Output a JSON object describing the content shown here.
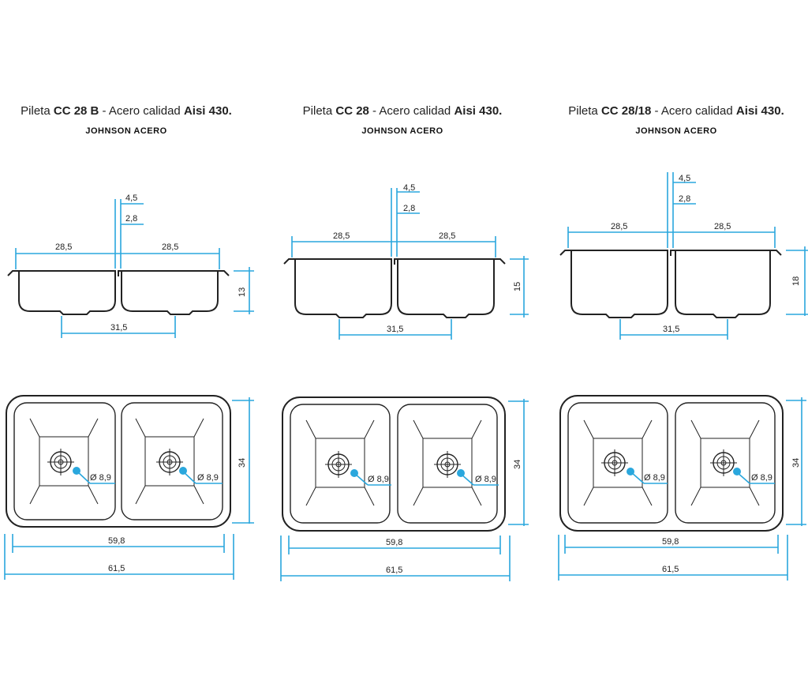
{
  "colors": {
    "outline": "#222222",
    "dimension": "#2aa7dd"
  },
  "panels": [
    {
      "title_pre": "Pileta ",
      "model": "CC 28 B",
      "title_mid": " - Acero calidad ",
      "grade": "Aisi 430.",
      "brand": "JOHNSON ACERO",
      "dims": {
        "rim": "4,5",
        "wall": "2,8",
        "left_width": "28,5",
        "right_width": "28,5",
        "drain_spacing": "31,5",
        "depth": "13",
        "drain_dia": "Ø 8,9",
        "height": "34",
        "inner_width": "59,8",
        "outer_width": "61,5"
      }
    },
    {
      "title_pre": "Pileta ",
      "model": "CC 28",
      "title_mid": " - Acero calidad ",
      "grade": "Aisi 430.",
      "brand": "JOHNSON ACERO",
      "dims": {
        "rim": "4,5",
        "wall": "2,8",
        "left_width": "28,5",
        "right_width": "28,5",
        "drain_spacing": "31,5",
        "depth": "15",
        "drain_dia": "Ø 8,9",
        "height": "34",
        "inner_width": "59,8",
        "outer_width": "61,5"
      }
    },
    {
      "title_pre": "Pileta ",
      "model": "CC 28/18",
      "title_mid": " - Acero calidad ",
      "grade": "Aisi 430.",
      "brand": "JOHNSON ACERO",
      "dims": {
        "rim": "4,5",
        "wall": "2,8",
        "left_width": "28,5",
        "right_width": "28,5",
        "drain_spacing": "31,5",
        "depth": "18",
        "drain_dia": "Ø 8,9",
        "height": "34",
        "inner_width": "59,8",
        "outer_width": "61,5"
      }
    }
  ]
}
